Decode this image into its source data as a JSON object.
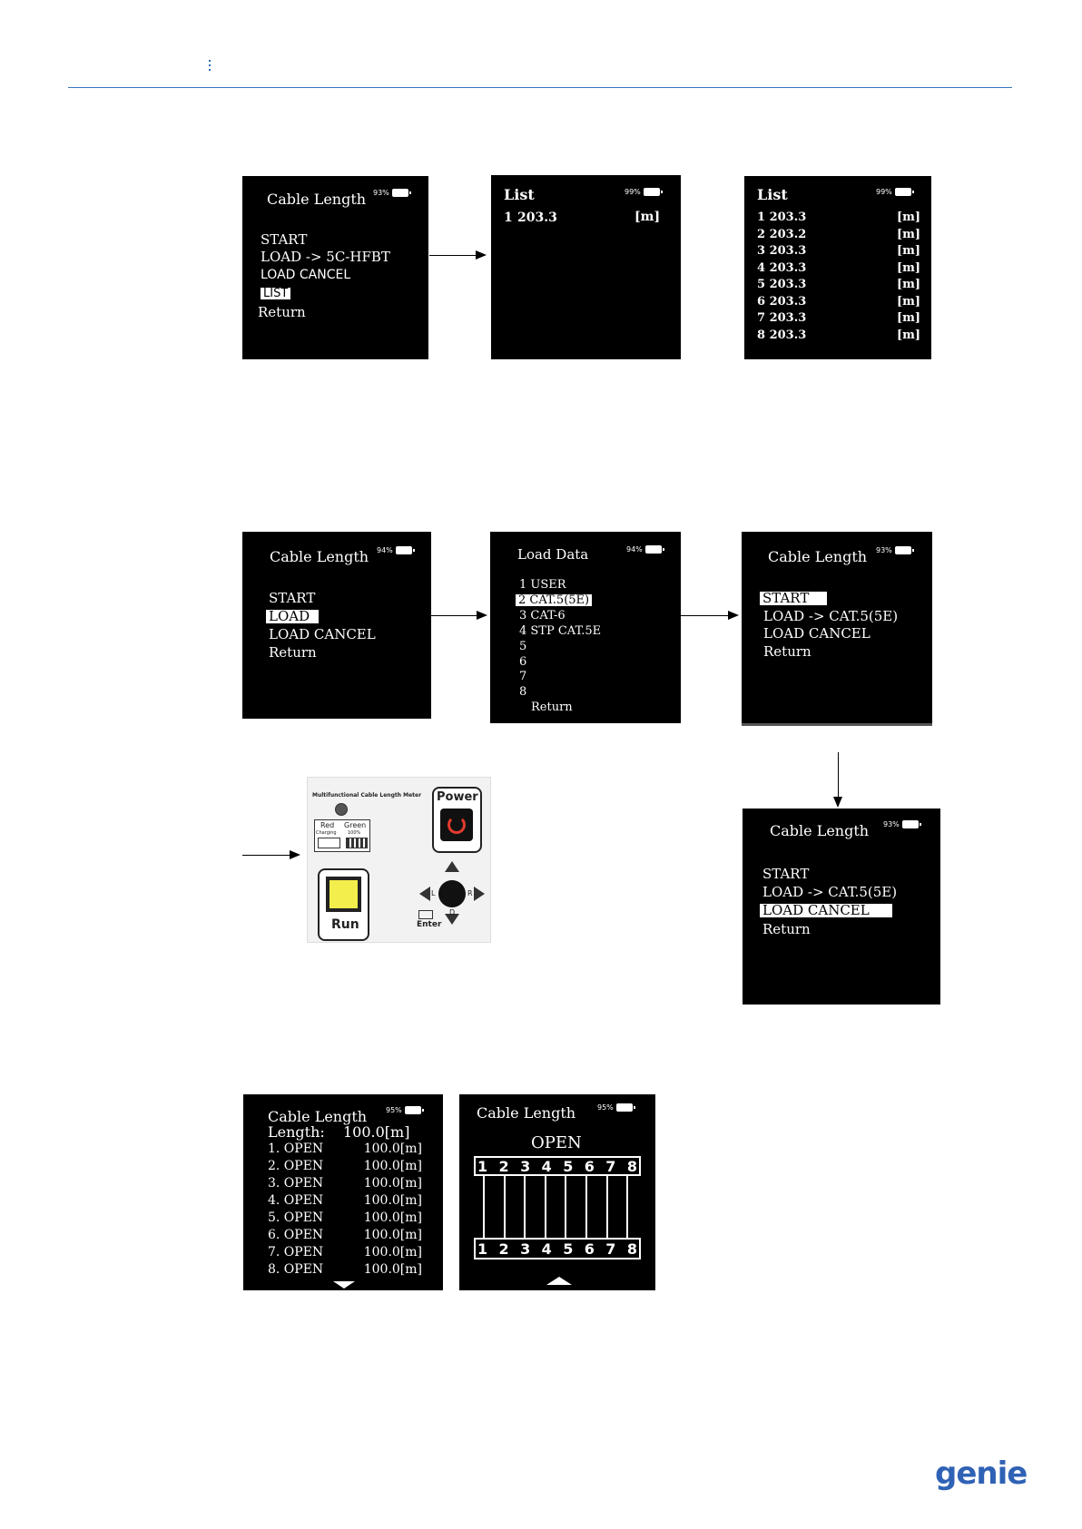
{
  "screens": {
    "s1": {
      "title": "Cable Length",
      "battery": "93%",
      "items": [
        "START",
        "LOAD -> 5C-HFBT",
        "LOAD CANCEL",
        "LIST",
        "Return"
      ]
    },
    "s2": {
      "title": "List",
      "battery": "99%",
      "index": "1",
      "value": "203.3",
      "unit": "[m]"
    },
    "s3": {
      "title": "List",
      "battery": "99%",
      "rows": [
        {
          "i": "1",
          "v": "203.3",
          "u": "[m]"
        },
        {
          "i": "2",
          "v": "203.2",
          "u": "[m]"
        },
        {
          "i": "3",
          "v": "203.3",
          "u": "[m]"
        },
        {
          "i": "4",
          "v": "203.3",
          "u": "[m]"
        },
        {
          "i": "5",
          "v": "203.3",
          "u": "[m]"
        },
        {
          "i": "6",
          "v": "203.3",
          "u": "[m]"
        },
        {
          "i": "7",
          "v": "203.3",
          "u": "[m]"
        },
        {
          "i": "8",
          "v": "203.3",
          "u": "[m]"
        }
      ]
    },
    "s4": {
      "title": "Cable Length",
      "battery": "94%",
      "items": [
        "START",
        "LOAD",
        "LOAD CANCEL",
        "Return"
      ]
    },
    "s5": {
      "title": "Load Data",
      "battery": "94%",
      "items": [
        "1 USER",
        "2 CAT.5(5E)",
        "3 CAT-6",
        "4 STP CAT.5E",
        "5",
        "6",
        "7",
        "8"
      ],
      "return": "Return"
    },
    "s6": {
      "title": "Cable Length",
      "battery": "93%",
      "items": [
        "START",
        "LOAD -> CAT.5(5E)",
        "LOAD CANCEL",
        "Return"
      ]
    },
    "s7": {
      "title": "Cable Length",
      "battery": "93%",
      "items": [
        "START",
        "LOAD -> CAT.5(5E)",
        "LOAD CANCEL",
        "Return"
      ]
    },
    "s8": {
      "title": "Cable Length",
      "battery": "95%",
      "length_label": "Length:",
      "length_value": "100.0[m]",
      "rows": [
        {
          "n": "1. OPEN",
          "v": "100.0[m]"
        },
        {
          "n": "2. OPEN",
          "v": "100.0[m]"
        },
        {
          "n": "3. OPEN",
          "v": "100.0[m]"
        },
        {
          "n": "4. OPEN",
          "v": "100.0[m]"
        },
        {
          "n": "5. OPEN",
          "v": "100.0[m]"
        },
        {
          "n": "6. OPEN",
          "v": "100.0[m]"
        },
        {
          "n": "7. OPEN",
          "v": "100.0[m]"
        },
        {
          "n": "8. OPEN",
          "v": "100.0[m]"
        }
      ]
    },
    "s9": {
      "title": "Cable Length",
      "battery": "95%",
      "status": "OPEN",
      "pins": [
        "1",
        "2",
        "3",
        "4",
        "5",
        "6",
        "7",
        "8"
      ]
    }
  },
  "device": {
    "label": "Multifunctional  Cable Length Meter",
    "red": "Red",
    "green": "Green",
    "charging": "Charging",
    "full": "100%",
    "power": "Power",
    "run": "Run",
    "enter": "Enter",
    "left": "L",
    "right": "R",
    "down": "D"
  },
  "logo": "genie"
}
